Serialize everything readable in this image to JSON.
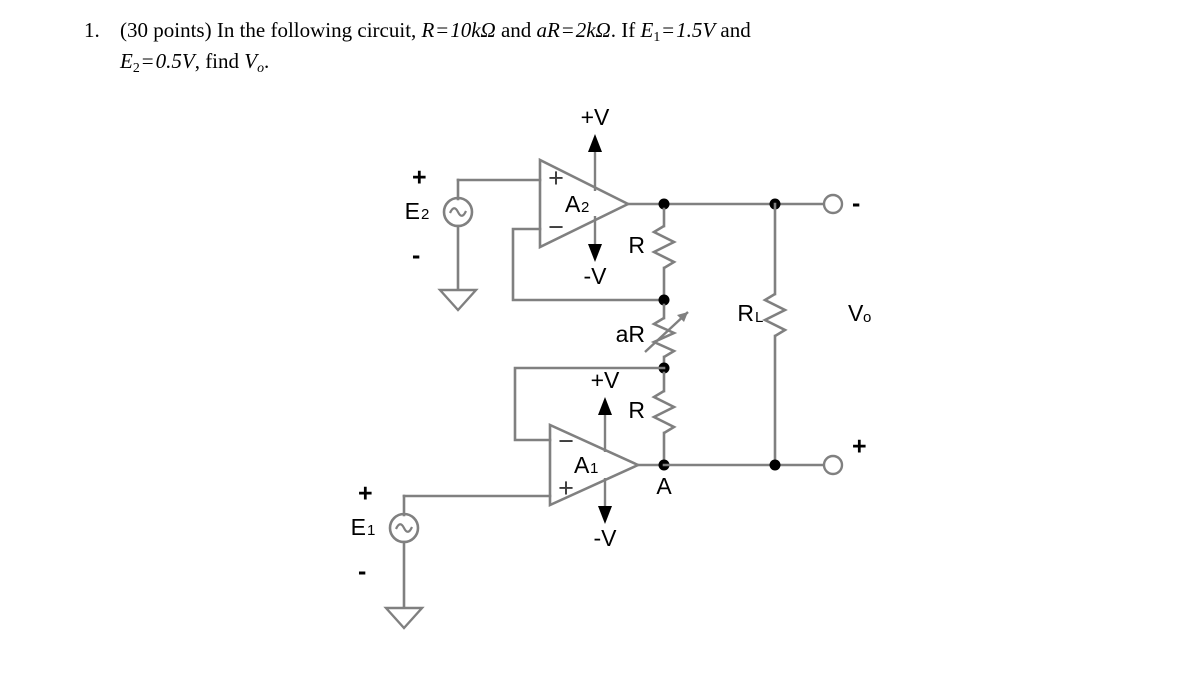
{
  "problem": {
    "number": "1.",
    "points": "(30 points)",
    "lead_text": "In the following circuit,",
    "r_symbol": "R",
    "eq1": "=",
    "r_value": "10kΩ",
    "and1": "and",
    "ar_symbol": "aR",
    "eq2": "=",
    "ar_value": "2kΩ",
    "period1": ".",
    "if_text": "If",
    "e1_symbol": "E",
    "e1_sub": "1",
    "eq3": "=",
    "e1_value": "1.5V",
    "and2": "and",
    "e2_symbol": "E",
    "e2_sub": "2",
    "eq4": "=",
    "e2_value": "0.5V",
    "comma": ",",
    "find_text": "find",
    "vo_symbol": "V",
    "vo_sub": "o",
    "period2": "."
  },
  "circuit": {
    "title": "inverting-amplifier-bridge-circuit",
    "sources": {
      "e2": {
        "label": "E",
        "sub": "2",
        "plus": "+",
        "minus": "-",
        "icon": "ac-source-icon"
      },
      "e1": {
        "label": "E",
        "sub": "1",
        "plus": "+",
        "minus": "-",
        "icon": "ac-source-icon"
      }
    },
    "opamps": {
      "a2": {
        "label": "A",
        "sub": "2",
        "in_top": "+",
        "in_bottom": "−",
        "vpos": "+V",
        "vneg": "-V"
      },
      "a1": {
        "label": "A",
        "sub": "1",
        "in_top": "−",
        "in_bottom": "+",
        "vpos": "+V",
        "vneg": "-V"
      }
    },
    "resistors": {
      "r_top": {
        "label": "R",
        "sub": ""
      },
      "r_var": {
        "label": "aR",
        "sub": "",
        "type": "variable"
      },
      "r_bottom": {
        "label": "R",
        "sub": ""
      },
      "r_load": {
        "label": "R",
        "sub": "L"
      }
    },
    "nodes": {
      "a": "A"
    },
    "output": {
      "label": "V",
      "sub": "o",
      "terminal_top_sign": "-",
      "terminal_bottom_sign": "+"
    },
    "colors": {
      "wire": "#808080",
      "node": "#000000",
      "text": "#000000",
      "background": "#ffffff"
    }
  }
}
